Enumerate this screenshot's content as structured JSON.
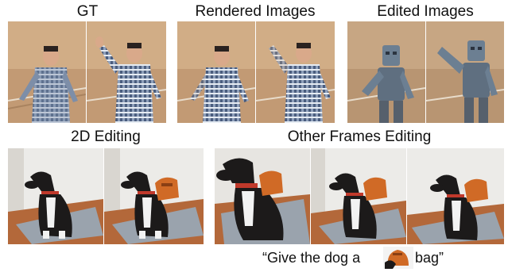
{
  "top_row": {
    "labels": [
      "GT",
      "Rendered Images",
      "Edited Images"
    ]
  },
  "bottom_row": {
    "left_label": "2D Editing",
    "right_label": "Other Frames Editing"
  },
  "caption": {
    "before": "“Give the dog a",
    "after": "bag”",
    "inline_image_icon": "orange-backpack-image"
  },
  "colors": {
    "wall": "#c9a27a",
    "shirt": "#7d8ea8",
    "robot": "#6c7f92",
    "dog": "#1c1a1a",
    "bag": "#d06a26",
    "rug": "#9aa3ad",
    "floor": "#b3683a"
  }
}
